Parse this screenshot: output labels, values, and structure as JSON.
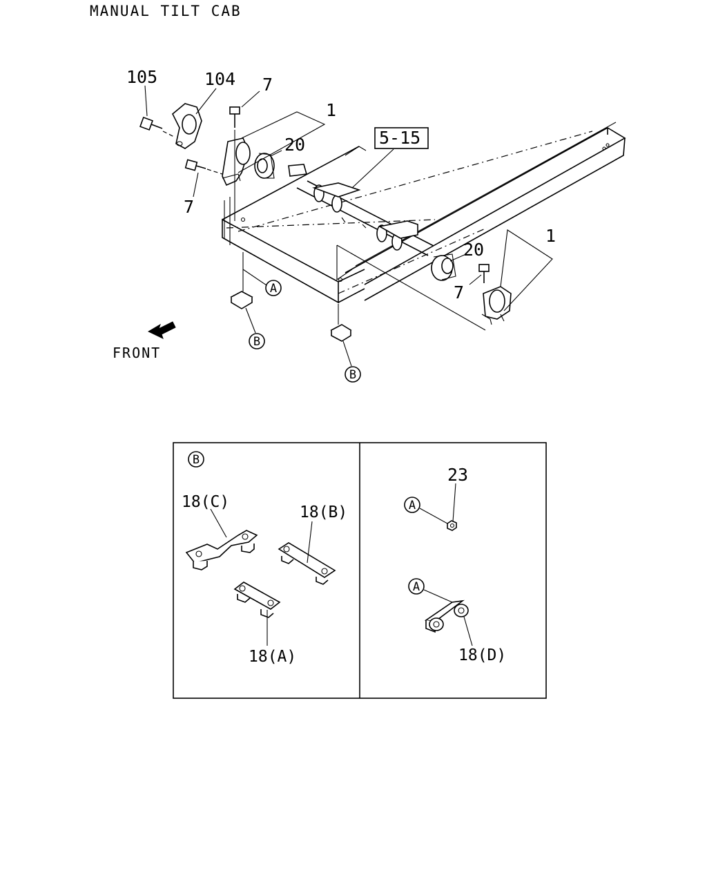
{
  "title": "MANUAL TILT CAB",
  "direction_label": "FRONT",
  "callouts": {
    "c105": "105",
    "c104": "104",
    "c7_top": "7",
    "c1_top": "1",
    "c20_top": "20",
    "c515": "5-15",
    "c7_left": "7",
    "c20_right": "20",
    "c1_right": "1",
    "c7_right": "7"
  },
  "refs": {
    "a": "A",
    "b": "B"
  },
  "detail_b": {
    "p18c": "18(C)",
    "p18b": "18(B)",
    "p18a": "18(A)"
  },
  "detail_a": {
    "p23": "23",
    "p18d": "18(D)"
  },
  "icons": {
    "front_arrow": "front-arrow-icon",
    "circle_ref": "circled-letter-icon"
  }
}
